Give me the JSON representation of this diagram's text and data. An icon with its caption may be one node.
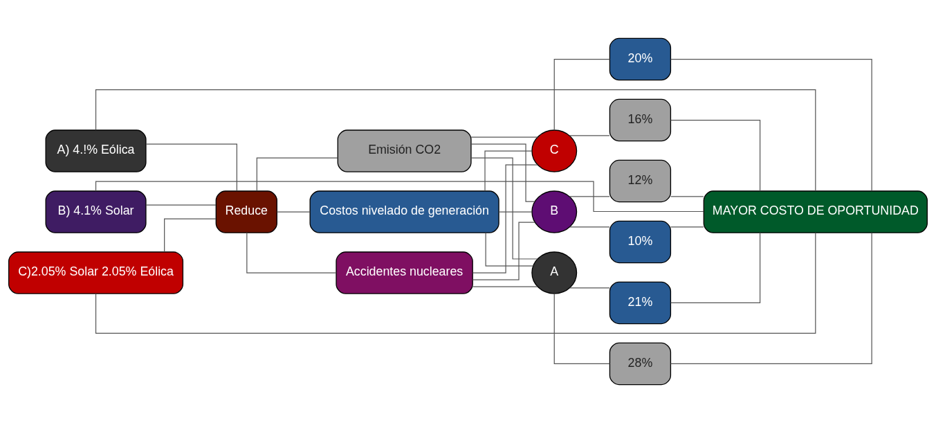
{
  "diagram": {
    "nodes": [
      {
        "text": [
          "A) 4.!% Eólica"
        ]
      },
      {
        "text": [
          "B) 4.1% Solar"
        ]
      },
      {
        "text": [
          "C)2.05% Solar 2.05% Eólica"
        ]
      },
      {
        "text": [
          "Reduce"
        ]
      },
      {
        "text": [
          "Emisión CO2"
        ]
      },
      {
        "text": [
          "Costos nivelado de generación"
        ]
      },
      {
        "text": [
          "Accidentes nucleares"
        ]
      },
      {
        "text": [
          "A"
        ]
      },
      {
        "text": [
          "B"
        ]
      },
      {
        "text": [
          "C"
        ]
      },
      {
        "text": [
          "28%"
        ]
      },
      {
        "text": [
          "21%"
        ]
      },
      {
        "text": [
          "12%"
        ]
      },
      {
        "text": [
          "10%"
        ]
      },
      {
        "text": [
          "16%"
        ]
      },
      {
        "text": [
          "20%"
        ]
      },
      {
        "text": [
          "MAYOR COSTO DE OPORTUNIDAD"
        ]
      }
    ],
    "edges": [
      {
        "from": 0,
        "to": 3,
        "arrow": "none"
      },
      {
        "from": 1,
        "to": 3,
        "arrow": "none"
      },
      {
        "from": 2,
        "to": 3,
        "arrow": "none"
      },
      {
        "from": 3,
        "to": 4,
        "arrow": "none"
      },
      {
        "from": 3,
        "to": 5,
        "arrow": "none"
      },
      {
        "from": 3,
        "to": 6,
        "arrow": "none"
      },
      {
        "from": 4,
        "to": 7,
        "arrow": "none"
      },
      {
        "from": 4,
        "to": 8,
        "arrow": "none"
      },
      {
        "from": 4,
        "to": 9,
        "arrow": "none"
      },
      {
        "from": 5,
        "to": 7,
        "arrow": "none"
      },
      {
        "from": 5,
        "to": 8,
        "arrow": "none"
      },
      {
        "from": 5,
        "to": 9,
        "arrow": "none"
      },
      {
        "from": 6,
        "to": 7,
        "arrow": "none"
      },
      {
        "from": 6,
        "to": 8,
        "arrow": "none"
      },
      {
        "from": 6,
        "to": 9,
        "arrow": "none"
      },
      {
        "from": 7,
        "to": 10,
        "arrow": "none"
      },
      {
        "from": 7,
        "to": 11,
        "arrow": "none"
      },
      {
        "from": 8,
        "to": 12,
        "arrow": "none"
      },
      {
        "from": 8,
        "to": 13,
        "arrow": "none"
      },
      {
        "from": 9,
        "to": 14,
        "arrow": "none"
      },
      {
        "from": 9,
        "to": 15,
        "arrow": "none"
      },
      {
        "from": 10,
        "to": 16,
        "arrow": "none"
      },
      {
        "from": 11,
        "to": 16,
        "arrow": "none"
      },
      {
        "from": 12,
        "to": 16,
        "arrow": "none"
      },
      {
        "from": 13,
        "to": 16,
        "arrow": "none"
      },
      {
        "from": 14,
        "to": 16,
        "arrow": "none"
      },
      {
        "from": 15,
        "to": 16,
        "arrow": "none"
      },
      {
        "from": 16,
        "to": 0,
        "arrow": "none"
      },
      {
        "from": 16,
        "to": 1,
        "arrow": "none"
      },
      {
        "from": 16,
        "to": 2,
        "arrow": "none"
      }
    ]
  }
}
